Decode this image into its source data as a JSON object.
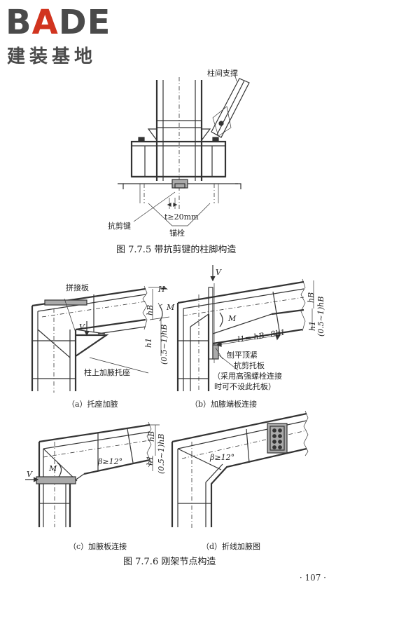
{
  "logo": {
    "word_prefix": "B",
    "word_accent": "A",
    "word_suffix": "DE",
    "subtitle": "建装基地"
  },
  "figure_7_7_5": {
    "labels": {
      "brace": "柱间支撑",
      "shear_key": "抗剪键",
      "dim": "t≥20mm",
      "anchor": "锚栓"
    },
    "caption": "图 7.7.5   带抗剪键的柱脚构造"
  },
  "figure_a": {
    "labels": {
      "splice": "拼接板",
      "H": "H",
      "M": "M",
      "V": "V",
      "hB": "hB",
      "h1": "h1",
      "ratio": "(0.5~1)hB",
      "bracket": "柱上加腋托座"
    },
    "caption": "（a）托座加腋"
  },
  "figure_b": {
    "labels": {
      "V": "V",
      "M": "M",
      "hB": "hB",
      "h1": "h1",
      "ratio": "(0.5~1)hB",
      "length": "l1= hB~8h1",
      "planed": "刨平顶紧",
      "shear_bracket": "抗剪托板",
      "note1": "（采用高强螺栓连接",
      "note2": "时可不设此托板）"
    },
    "caption": "（b）加腋端板连接"
  },
  "figure_c": {
    "labels": {
      "V": "V",
      "M": "M",
      "hB": "hB",
      "h1": "h1",
      "ratio": "(0.5~1)hB",
      "beta": "β≥12°"
    },
    "caption": "（c）加腋板连接"
  },
  "figure_d": {
    "labels": {
      "beta": "β≥12°"
    },
    "caption": "（d）折线加腋图"
  },
  "figure_7_7_6": {
    "caption": "图 7.7.6   刚架节点构造"
  },
  "page_number": "· 107 ·"
}
